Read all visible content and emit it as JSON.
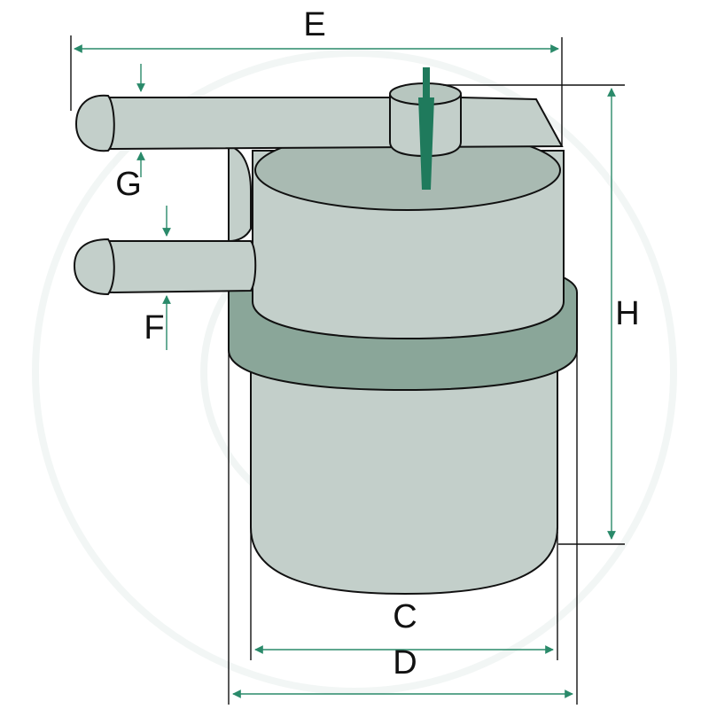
{
  "diagram": {
    "labels": {
      "E": "E",
      "G": "G",
      "F": "F",
      "H": "H",
      "C": "C",
      "D": "D"
    },
    "colors": {
      "body_fill": "#c3cfca",
      "band_fill": "#8aa699",
      "top_fill": "#a9bab2",
      "needle": "#1f7a5c",
      "dimension_arrow": "#2a8a6a",
      "outline": "#111111"
    }
  }
}
